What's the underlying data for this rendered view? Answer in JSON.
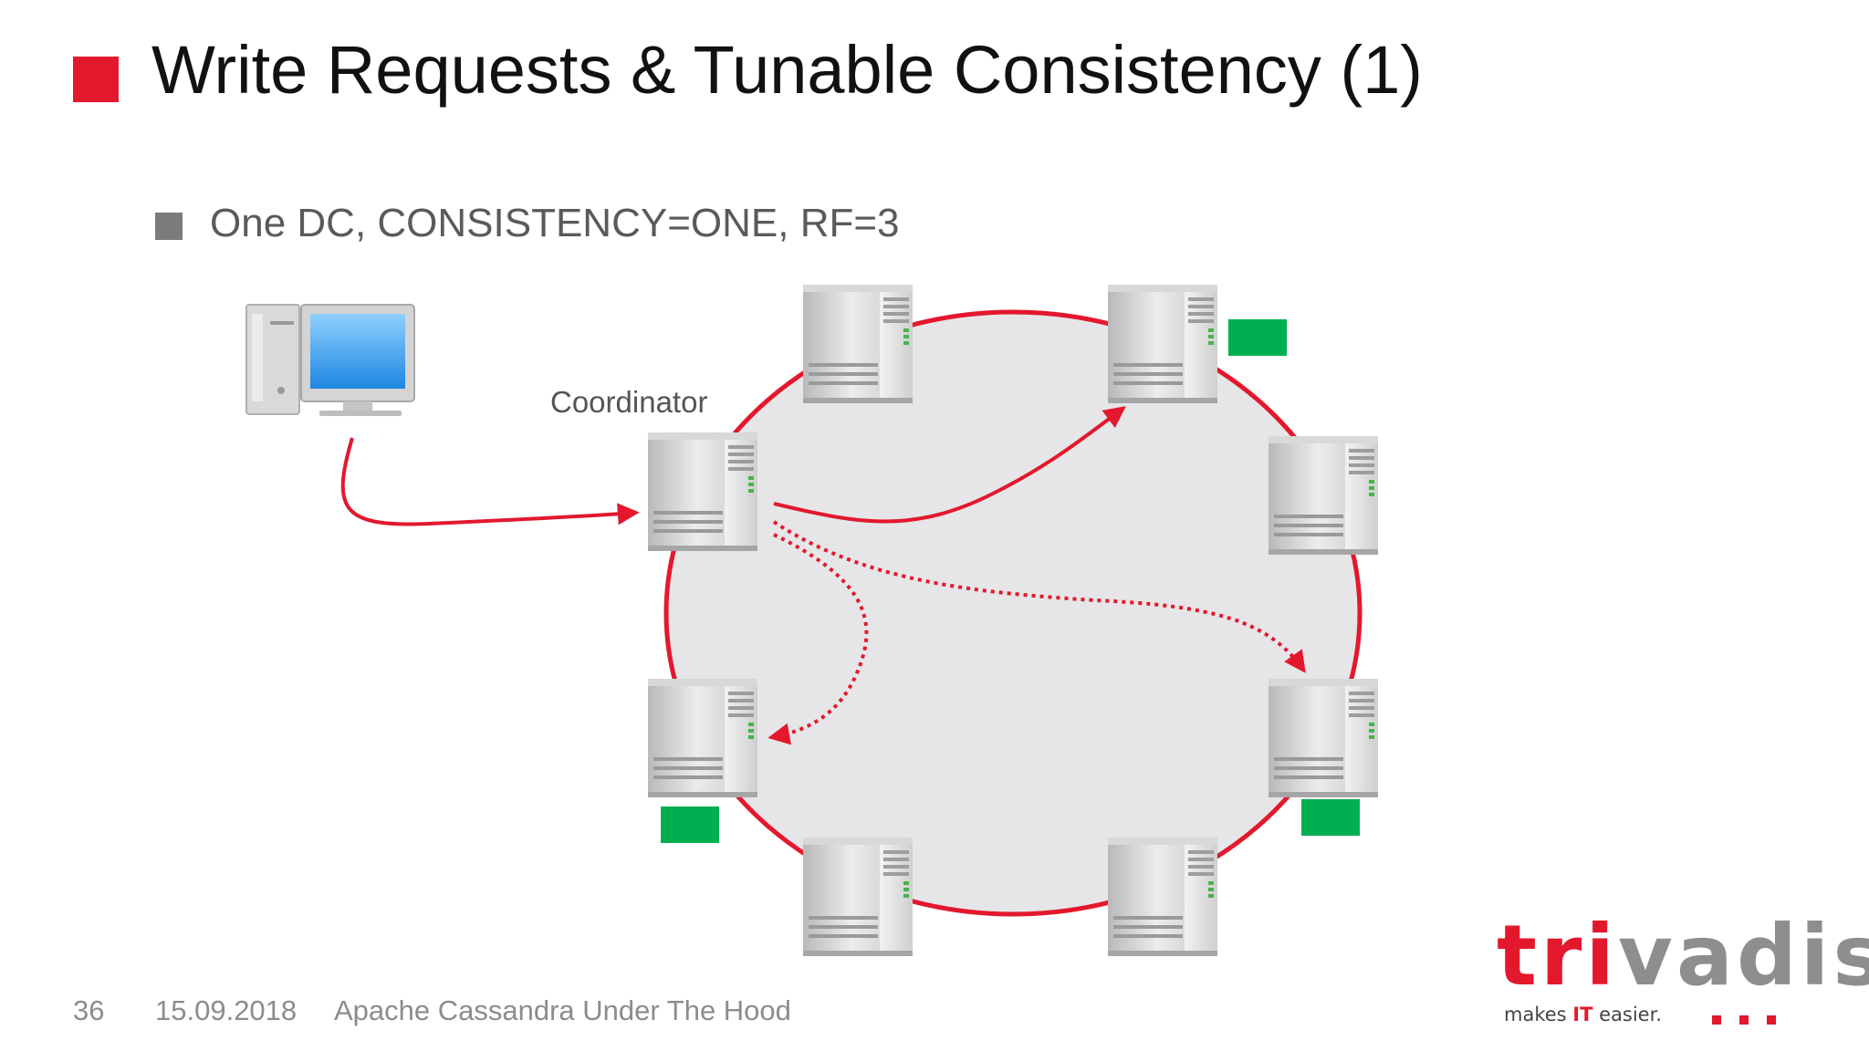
{
  "slide": {
    "title": "Write Requests & Tunable Consistency (1)",
    "bullet": "One DC, CONSISTENCY=ONE, RF=3"
  },
  "diagram": {
    "coordinator_label": "Coordinator",
    "node_count": 8,
    "replica_count": 3,
    "ring_color": "#e3182d",
    "ring_fill": "#e6e6e8",
    "replica_marker_color": "#00b050",
    "arrow_color": "#e3182d",
    "client_icon": "desktop-computer-icon",
    "node_icon": "server-icon"
  },
  "footer": {
    "page_number": "36",
    "date": "15.09.2018",
    "presentation_title": "Apache Cassandra Under The Hood"
  },
  "logo": {
    "word_red": "tri",
    "word_gray": "vadis",
    "tagline_before": "makes ",
    "tagline_highlight": "IT",
    "tagline_after": " easier."
  }
}
